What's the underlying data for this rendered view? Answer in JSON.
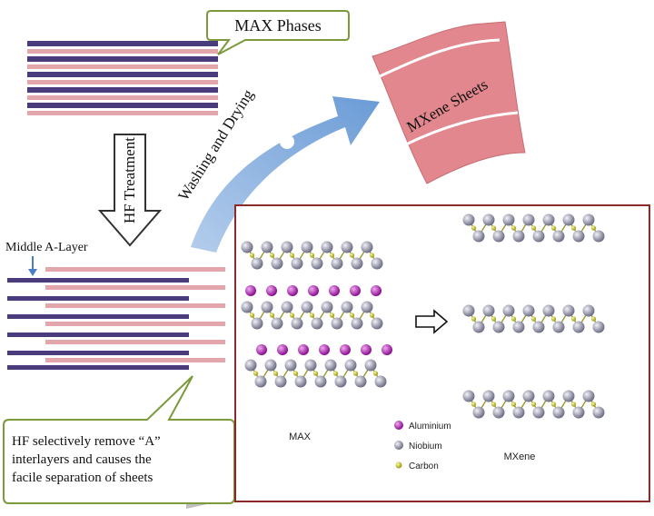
{
  "labels": {
    "max_phases": "MAX Phases",
    "mxene_sheets": "MXene Sheets",
    "washing_drying": "Washing and Drying",
    "hf_treatment": "HF  Treatment",
    "middle_a_layer": "Middle A-Layer",
    "hf_desc_line1": "HF selectively remove “A”",
    "hf_desc_line2": "interlayers and causes the",
    "hf_desc_line3": "facile separation of sheets"
  },
  "inset": {
    "max_label": "MAX",
    "mxene_label": "MXene",
    "legend": [
      {
        "label": "Aluminium",
        "color": "#a020a8"
      },
      {
        "label": "Niobium",
        "color": "#8c8ca4"
      },
      {
        "label": "Carbon",
        "color": "#c6c62a"
      }
    ]
  },
  "colors": {
    "purple_layer": "#4a3c7c",
    "pink_layer": "#e3a6ac",
    "mxene_sheet": "#e1878d",
    "arrow_blue": "#7ea9dc",
    "callout_border": "#7a9a3c",
    "inset_border": "#8a2a2a",
    "aluminium": "#a020a8",
    "niobium": "#8c8ca4",
    "carbon": "#c6c62a"
  }
}
